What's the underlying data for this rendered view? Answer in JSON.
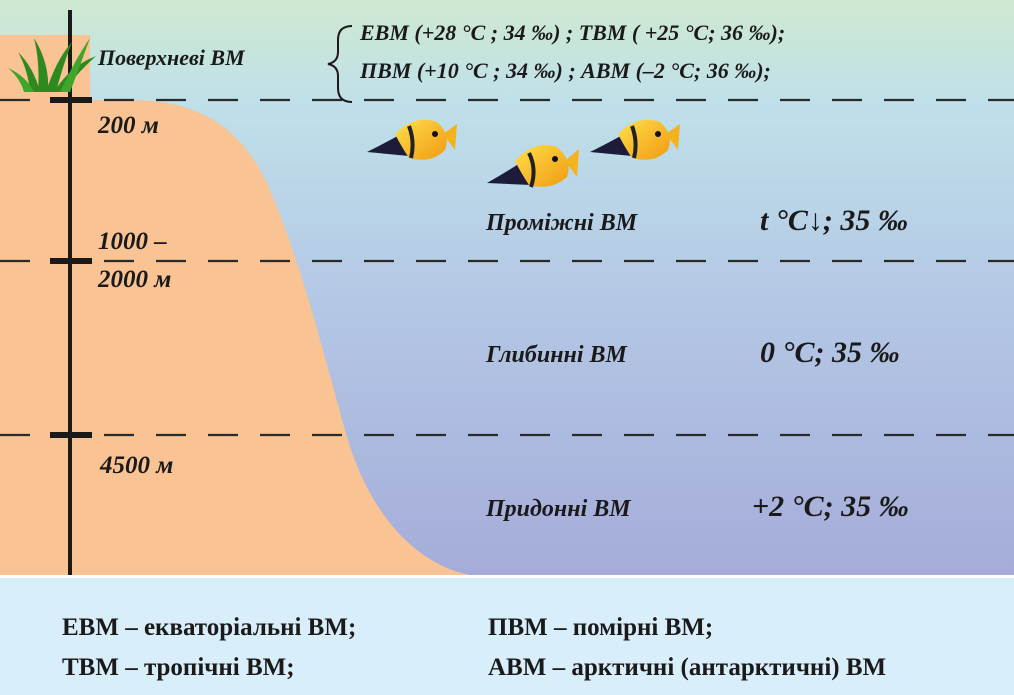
{
  "colors": {
    "land": "#f9c394",
    "water_top": "#c9e6d3",
    "water_bottom": "#a8b0db",
    "legend_bg": "#d9eefb",
    "axis": "#1a1a1a"
  },
  "surface": {
    "label": "Поверхневі ВМ",
    "line1": "ЕВМ (+28 °C ; 34 ‰) ; ТВМ ( +25 °C; 36 ‰);",
    "line2": "ПВМ (+10 °C ; 34 ‰) ; АВМ (–2 °C; 36 ‰);"
  },
  "depths": {
    "d1": "200 м",
    "d2a": "1000 –",
    "d2b": "2000 м",
    "d3": "4500 м"
  },
  "zones": [
    {
      "name": "Проміжні ВМ",
      "params": "t °C↓; 35 ‰"
    },
    {
      "name": "Глибинні ВМ",
      "params": "0 °C; 35 ‰"
    },
    {
      "name": "Придонні ВМ",
      "params": "+2 °C; 35 ‰"
    }
  ],
  "legend": {
    "l1": "ЕВМ – екваторіальні ВМ;",
    "l2": "ПВМ – помірні ВМ;",
    "l3": "ТВМ – тропічні ВМ;",
    "l4": "АВМ – арктичні (антарктичні) ВМ"
  },
  "icons": [
    "grass-icon",
    "fish-icon"
  ]
}
